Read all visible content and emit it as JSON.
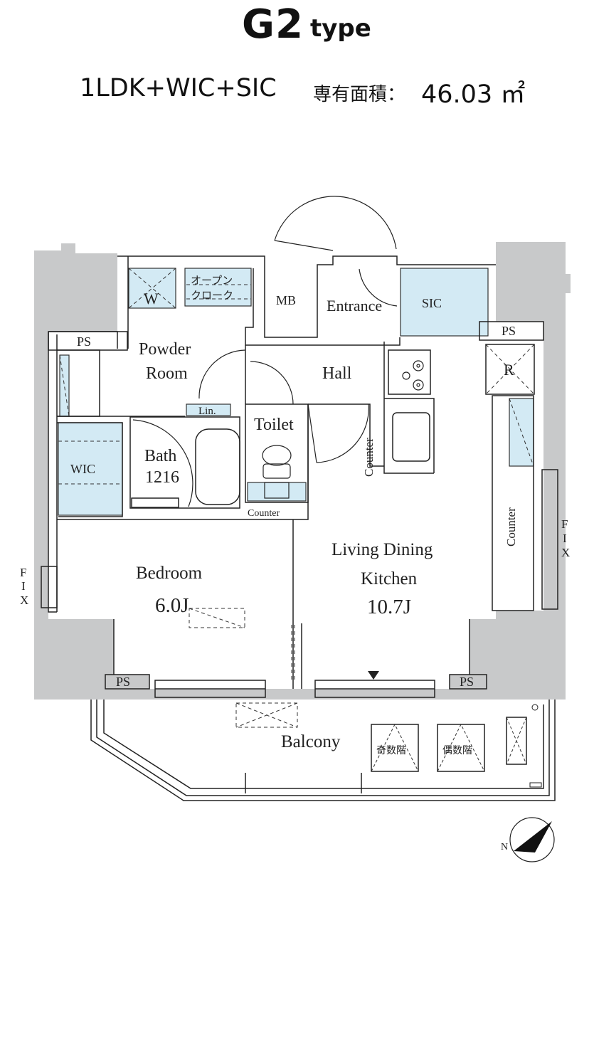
{
  "header": {
    "type_code": "G2",
    "type_word": "type",
    "layout": "1LDK+WIC+SIC",
    "area_label": "専有面積：",
    "area_value": "46.03 ㎡"
  },
  "rooms": {
    "w": "W",
    "open_cloak_1": "オープン",
    "open_cloak_2": "クローク",
    "mb": "MB",
    "entrance": "Entrance",
    "sic": "SIC",
    "ps_left": "PS",
    "ps_right": "PS",
    "powder_1": "Powder",
    "powder_2": "Room",
    "hall": "Hall",
    "fridge": "R",
    "linen": "Lin.",
    "toilet": "Toilet",
    "bath": "Bath",
    "bath_size": "1216",
    "wic": "WIC",
    "counter_kitchen": "Counter",
    "counter_toilet": "Counter",
    "counter_right": "Counter",
    "ldk_1": "Living Dining",
    "ldk_2": "Kitchen",
    "ldk_size": "10.7J",
    "bedroom": "Bedroom",
    "bedroom_size": "6.0J",
    "ps_bed": "PS",
    "ps_ldk": "PS",
    "balcony": "Balcony",
    "odd_floor": "奇数階",
    "even_floor": "偶数階",
    "fix_left": [
      "F",
      "I",
      "X"
    ],
    "fix_right": [
      "F",
      "I",
      "X"
    ]
  },
  "compass": {
    "north": "N"
  },
  "colors": {
    "wall": "#c8c9ca",
    "storage": "#d3eaf4",
    "line": "#222222"
  }
}
